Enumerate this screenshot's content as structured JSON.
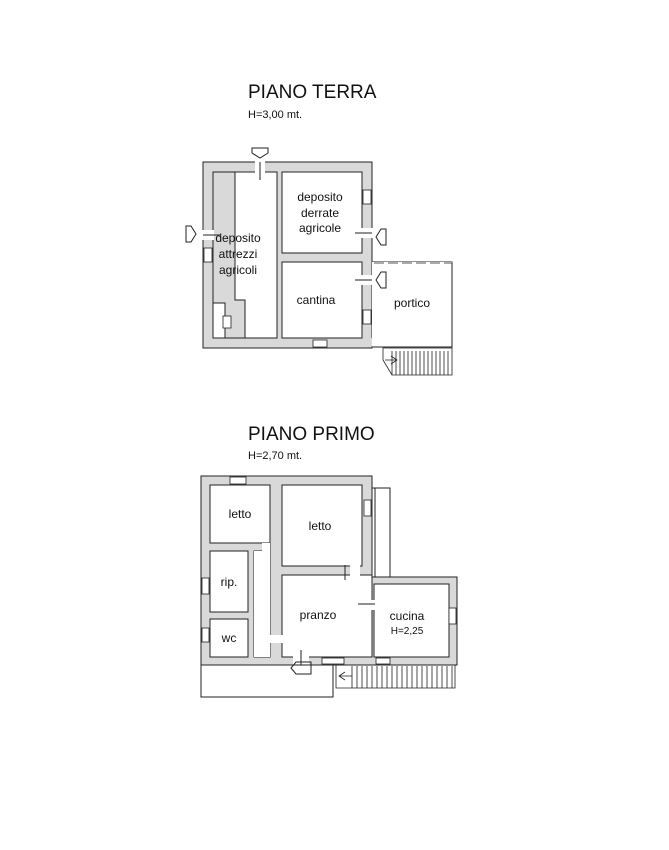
{
  "ground_floor": {
    "title": "PIANO TERRA",
    "height": "H=3,00 mt.",
    "rooms": {
      "deposito_attrezzi": [
        "deposito",
        "attrezzi",
        "agricoli"
      ],
      "deposito_derrate": [
        "deposito",
        "derrate",
        "agricole"
      ],
      "cantina": "cantina",
      "portico": "portico"
    }
  },
  "first_floor": {
    "title": "PIANO PRIMO",
    "height": "H=2,70 mt.",
    "rooms": {
      "letto_small": "letto",
      "letto_large": "letto",
      "rip": "rip.",
      "wc": "wc",
      "pranzo": "pranzo",
      "cucina": "cucina",
      "cucina_height": "H=2,25"
    }
  }
}
